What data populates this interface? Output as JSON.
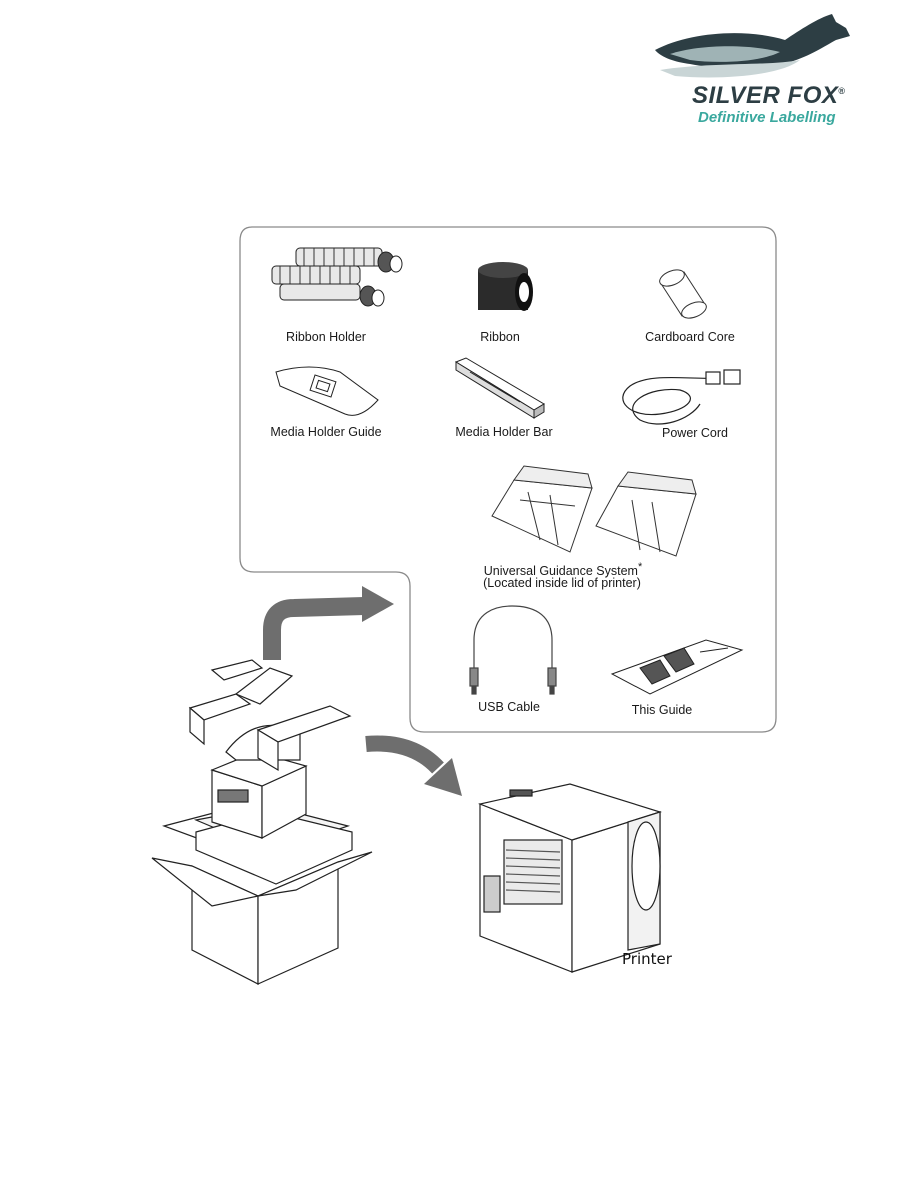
{
  "logo": {
    "brand": "SILVER FOX",
    "registered": "®",
    "tagline": "Definitive Labelling"
  },
  "items": {
    "ribbon_holder": "Ribbon Holder",
    "ribbon": "Ribbon",
    "cardboard_core": "Cardboard Core",
    "media_holder_guide": "Media Holder Guide",
    "media_holder_bar": "Media Holder Bar",
    "power_cord": "Power Cord",
    "ugs_line1": "Universal Guidance System",
    "ugs_star": "*",
    "ugs_line2": "(Located inside lid of printer)",
    "usb_cable": "USB Cable",
    "this_guide": "This Guide",
    "printer": "Printer"
  },
  "colors": {
    "arrow": "#6e6e6e",
    "panel_border": "#8a8a8a",
    "logo_dark": "#2d3e44",
    "logo_teal": "#3aa89e"
  }
}
